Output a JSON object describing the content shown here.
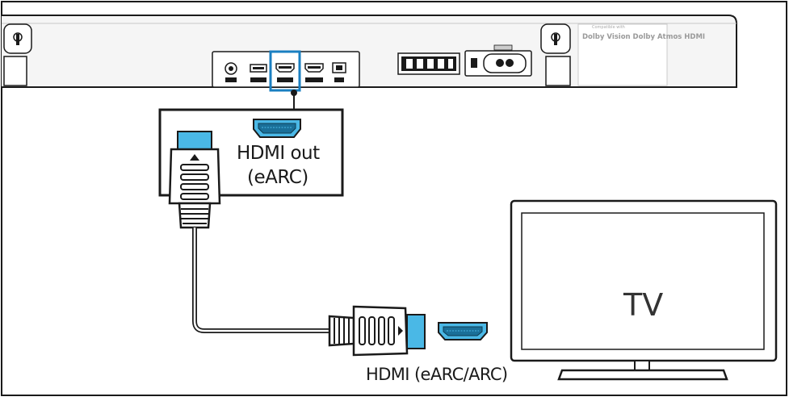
{
  "labels": {
    "hdmi_out_line1": "HDMI out",
    "hdmi_out_line2": "(eARC)",
    "tv": "TV",
    "hdmi_in": "HDMI (eARC/ARC)",
    "logos": "Dolby Vision  Dolby Atmos  HDMI",
    "certs": "Compatible with"
  },
  "colors": {
    "hdmi_blue": "#4ab8e6",
    "highlight_blue": "#1a7fc1",
    "outline": "#1a1a1a",
    "soundbar_fill": "#f4f4f4"
  },
  "icons": {
    "port_icon": "hdmi-port-icon",
    "cable_plug": "hdmi-plug-icon",
    "wall_mount": "keyhole-mount-icon"
  }
}
